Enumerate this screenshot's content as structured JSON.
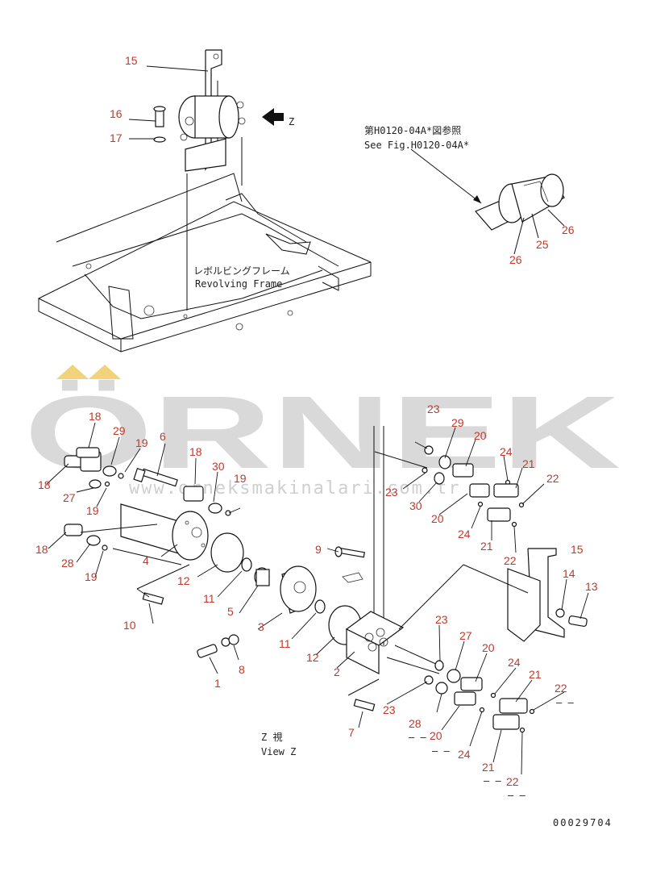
{
  "watermark": {
    "brand": "ÖRNEK",
    "site": "www.orneksmakinalari.com.tr"
  },
  "notes": {
    "see_fig_jp": "第H0120-04A*図参照",
    "see_fig_en": "See Fig.H0120-04A*",
    "frame_jp": "レボルビングフレーム",
    "frame_en": "Revolving Frame",
    "view_jp": "Z  視",
    "view_en": "View Z",
    "arrow_label": "Z",
    "drawing_no": "00029704",
    "dash1": "– –",
    "dash2": "– –",
    "dash3": "– –",
    "dash4": "– –"
  },
  "labels": [
    {
      "id": "l15a",
      "text": "15"
    },
    {
      "id": "l16",
      "text": "16"
    },
    {
      "id": "l17",
      "text": "17"
    },
    {
      "id": "l26a",
      "text": "26"
    },
    {
      "id": "l25",
      "text": "25"
    },
    {
      "id": "l26b",
      "text": "26"
    },
    {
      "id": "l18a",
      "text": "18"
    },
    {
      "id": "l29a",
      "text": "29"
    },
    {
      "id": "l19a",
      "text": "19"
    },
    {
      "id": "l6",
      "text": "6"
    },
    {
      "id": "l18b",
      "text": "18"
    },
    {
      "id": "l18c",
      "text": "18"
    },
    {
      "id": "l30a",
      "text": "30"
    },
    {
      "id": "l19b",
      "text": "19"
    },
    {
      "id": "l27a",
      "text": "27"
    },
    {
      "id": "l19c",
      "text": "19"
    },
    {
      "id": "l18d",
      "text": "18"
    },
    {
      "id": "l28a",
      "text": "28"
    },
    {
      "id": "l4",
      "text": "4"
    },
    {
      "id": "l19d",
      "text": "19"
    },
    {
      "id": "l12a",
      "text": "12"
    },
    {
      "id": "l11a",
      "text": "11"
    },
    {
      "id": "l5",
      "text": "5"
    },
    {
      "id": "l10",
      "text": "10"
    },
    {
      "id": "l3",
      "text": "3"
    },
    {
      "id": "l11b",
      "text": "11"
    },
    {
      "id": "l12b",
      "text": "12"
    },
    {
      "id": "l8",
      "text": "8"
    },
    {
      "id": "l1",
      "text": "1"
    },
    {
      "id": "l9",
      "text": "9"
    },
    {
      "id": "l2",
      "text": "2"
    },
    {
      "id": "l7",
      "text": "7"
    },
    {
      "id": "l23a",
      "text": "23"
    },
    {
      "id": "l29b",
      "text": "29"
    },
    {
      "id": "l20a",
      "text": "20"
    },
    {
      "id": "l23b",
      "text": "23"
    },
    {
      "id": "l30b",
      "text": "30"
    },
    {
      "id": "l24a",
      "text": "24"
    },
    {
      "id": "l21a",
      "text": "21"
    },
    {
      "id": "l22a",
      "text": "22"
    },
    {
      "id": "l20b",
      "text": "20"
    },
    {
      "id": "l24b",
      "text": "24"
    },
    {
      "id": "l21b",
      "text": "21"
    },
    {
      "id": "l22b",
      "text": "22"
    },
    {
      "id": "l15b",
      "text": "15"
    },
    {
      "id": "l14",
      "text": "14"
    },
    {
      "id": "l13",
      "text": "13"
    },
    {
      "id": "l23c",
      "text": "23"
    },
    {
      "id": "l27b",
      "text": "27"
    },
    {
      "id": "l20c",
      "text": "20"
    },
    {
      "id": "l24c",
      "text": "24"
    },
    {
      "id": "l21c",
      "text": "21"
    },
    {
      "id": "l22c",
      "text": "22"
    },
    {
      "id": "l23d",
      "text": "23"
    },
    {
      "id": "l28b",
      "text": "28"
    },
    {
      "id": "l20d",
      "text": "20"
    },
    {
      "id": "l24d",
      "text": "24"
    },
    {
      "id": "l21d",
      "text": "21"
    },
    {
      "id": "l22d",
      "text": "22"
    }
  ]
}
